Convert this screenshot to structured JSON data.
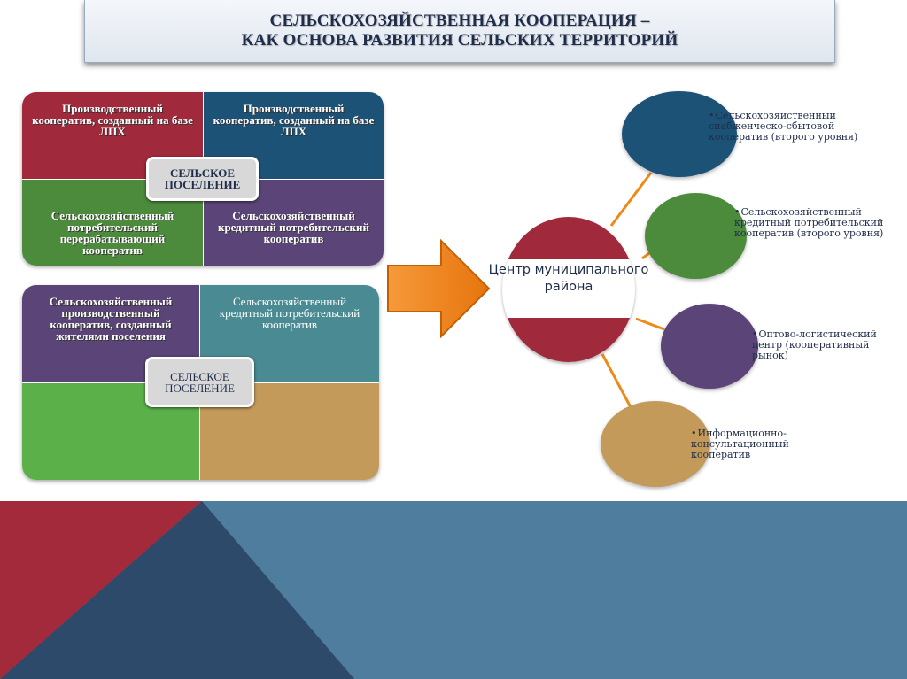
{
  "title": {
    "line1": "СЕЛЬСКОХОЗЯЙСТВЕННАЯ  КООПЕРАЦИЯ –",
    "line2": "КАК ОСНОВА РАЗВИТИЯ СЕЛЬСКИХ ТЕРРИТОРИЙ"
  },
  "block1": {
    "cells": [
      "Производственный кооператив, созданный на базе ЛПХ",
      "Производственный кооператив, созданный на базе ЛПХ",
      "Сельскохозяйственный потребительский перерабатывающий кооператив",
      "Сельскохозяйственный кредитный потребительский кооператив"
    ],
    "badge": "СЕЛЬСКОЕ ПОСЕЛЕНИЕ"
  },
  "block2": {
    "cells": [
      "Сельскохозяйственный производственный кооператив, созданный жителями поселения",
      "Сельскохозяйственный кредитный потребительский кооператив"
    ],
    "badge": "СЕЛЬСКОЕ ПОСЕЛЕНИЕ"
  },
  "center": {
    "label": "Центр муниципального района"
  },
  "satellites": [
    {
      "text": "Сельскохозяйственный снабженческо-сбытовой кооператив (второго уровня)"
    },
    {
      "text": "Сельскохозяйственный кредитный потребительский кооператив (второго уровня)"
    },
    {
      "text": "Оптово-логистический центр (кооперативный рынок)"
    },
    {
      "text": "Информационно-консультационный кооператив"
    }
  ],
  "colors": {
    "red": "#a02a3b",
    "blue": "#1d5277",
    "green": "#4c8a3c",
    "purple": "#5b4477",
    "teal": "#4a8a93",
    "bright_green": "#5bb04a",
    "tan": "#c39a5a",
    "arrow_orange": "#ee7d16",
    "band_steel": "#4f7d9d",
    "band_navy": "#2d4a6a",
    "band_red": "#a22a3a"
  },
  "bullet": "•"
}
